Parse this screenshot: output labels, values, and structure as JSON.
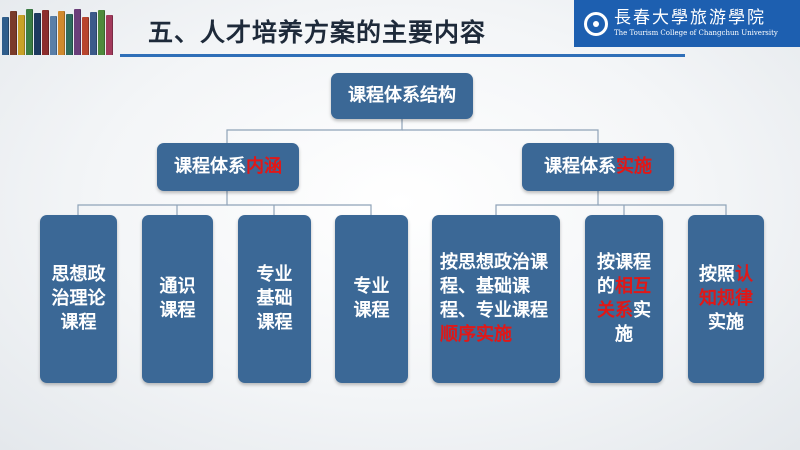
{
  "header": {
    "title": "五、人才培养方案的主要内容",
    "logo_cn": "長春大學旅游學院",
    "logo_en": "The Tourism College of Changchun University"
  },
  "diagram": {
    "root": "课程体系结构",
    "branch_left": {
      "prefix": "课程体系",
      "highlight": "内涵"
    },
    "branch_right": {
      "prefix": "课程体系",
      "highlight": "实施"
    },
    "left_children": [
      "思想政治理论课程",
      "通识课程",
      "专业基础课程",
      "专业课程"
    ],
    "right_children": [
      {
        "text": "按思想政治课程、基础课程、专业课程",
        "highlight": "顺序实施",
        "suffix": ""
      },
      {
        "text": "按课程的",
        "highlight": "相互关系",
        "suffix": "实施"
      },
      {
        "text": "按照",
        "highlight": "认知规律",
        "suffix": "实施"
      }
    ]
  },
  "colors": {
    "box": "#3b6896",
    "highlight": "#e01818",
    "accent": "#2f6fb8"
  }
}
